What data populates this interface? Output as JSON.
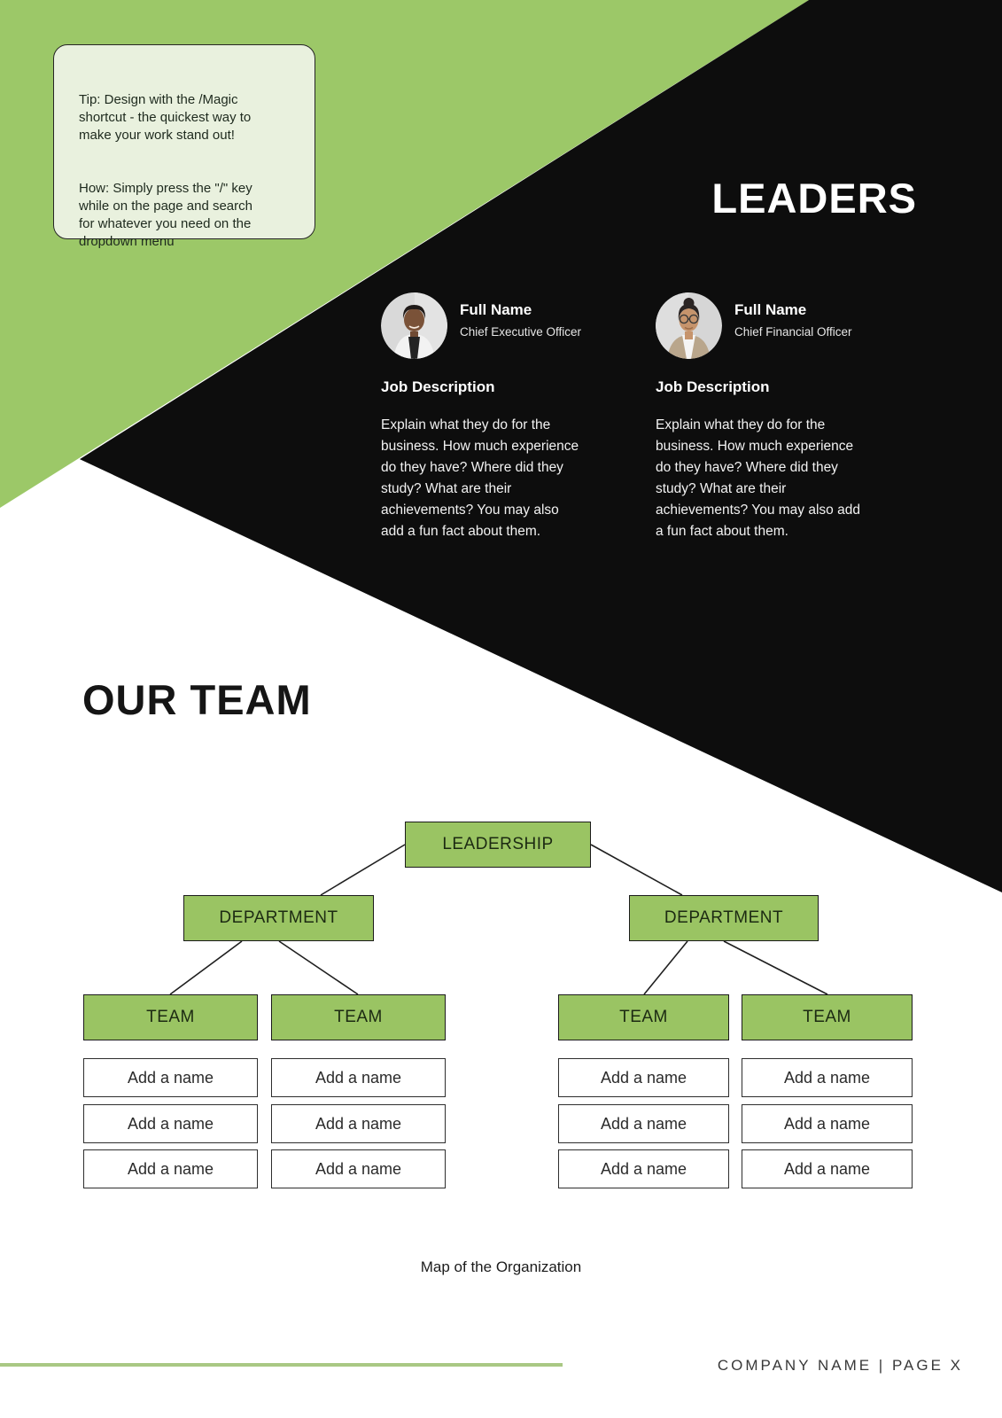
{
  "tip": {
    "paragraph1": "Tip: Design with the /Magic\nshortcut - the quickest way to\nmake your work stand out!",
    "paragraph2": "How: Simply press the \"/\" key\nwhile on the page and search\nfor whatever you need on the\ndropdown menu"
  },
  "leaders_section": {
    "title": "LEADERS",
    "profiles": [
      {
        "name": "Full Name",
        "role": "Chief Executive Officer",
        "job_heading": "Job Description",
        "description": "Explain what they do for the\nbusiness. How much experience\ndo they have? Where did they\nstudy? What are their\nachievements? You may also\nadd a fun fact about them."
      },
      {
        "name": "Full Name",
        "role": "Chief Financial Officer",
        "job_heading": "Job Description",
        "description": "Explain what they do for the\nbusiness. How much experience\ndo they have? Where did they\nstudy? What are their\nachievements? You may also add\na fun fact about them."
      }
    ]
  },
  "team_section": {
    "title": "OUR TEAM",
    "caption": "Map of the Organization",
    "org_chart": {
      "root": "LEADERSHIP",
      "departments": [
        "DEPARTMENT",
        "DEPARTMENT"
      ],
      "teams": [
        "TEAM",
        "TEAM",
        "TEAM",
        "TEAM"
      ],
      "member_placeholder": "Add a name"
    }
  },
  "footer": {
    "text": "COMPANY NAME | PAGE X"
  },
  "colors": {
    "page_green": "#9cc868",
    "tip_box_bg": "#e9f1de",
    "black_band": "#0d0d0d",
    "chart_box_green": "#9ac463",
    "footer_line_green": "#a9c884"
  }
}
